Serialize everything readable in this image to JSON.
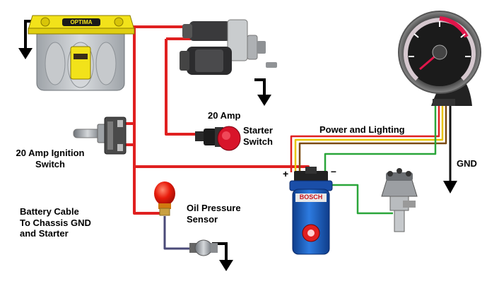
{
  "diagram": {
    "labels": {
      "ignition_switch": "20 Amp Ignition\nSwitch",
      "starter_switch_amp": "20 Amp",
      "starter_switch_name": "Starter\nSwitch",
      "power_lighting": "Power and Lighting",
      "gnd": "GND",
      "battery_cable": "Battery Cable\nTo Chassis GND\nand Starter",
      "oil_pressure": "Oil Pressure\nSensor"
    },
    "terminals": {
      "positive": "+",
      "negative": "–"
    },
    "brands": {
      "coil": "BOSCH",
      "battery": "OPTIMA"
    },
    "colors": {
      "wire_red": "#e02020",
      "wire_green": "#2aa63a",
      "wire_yellow": "#e8c400",
      "wire_brown": "#7a4a10",
      "wire_blue": "#4a4a78",
      "wire_black": "#111111",
      "battery_yellow": "#f2e21a",
      "battery_gray": "#b8bcc0",
      "coil_blue": "#1e64c8",
      "lamp_red": "#e81c0c",
      "button_red": "#d8142a"
    },
    "icons": {
      "ground_arrows": "ground-arrow-icon",
      "battery": "battery-icon",
      "starter_motor": "starter-motor-icon",
      "tachometer": "tachometer-gauge-icon",
      "toggle_switch": "toggle-switch-icon",
      "push_button": "push-button-switch-icon",
      "ignition_coil": "ignition-coil-icon",
      "distributor": "distributor-icon",
      "oil_lamp": "oil-warning-lamp-icon",
      "oil_sensor": "oil-pressure-sensor-icon"
    }
  }
}
